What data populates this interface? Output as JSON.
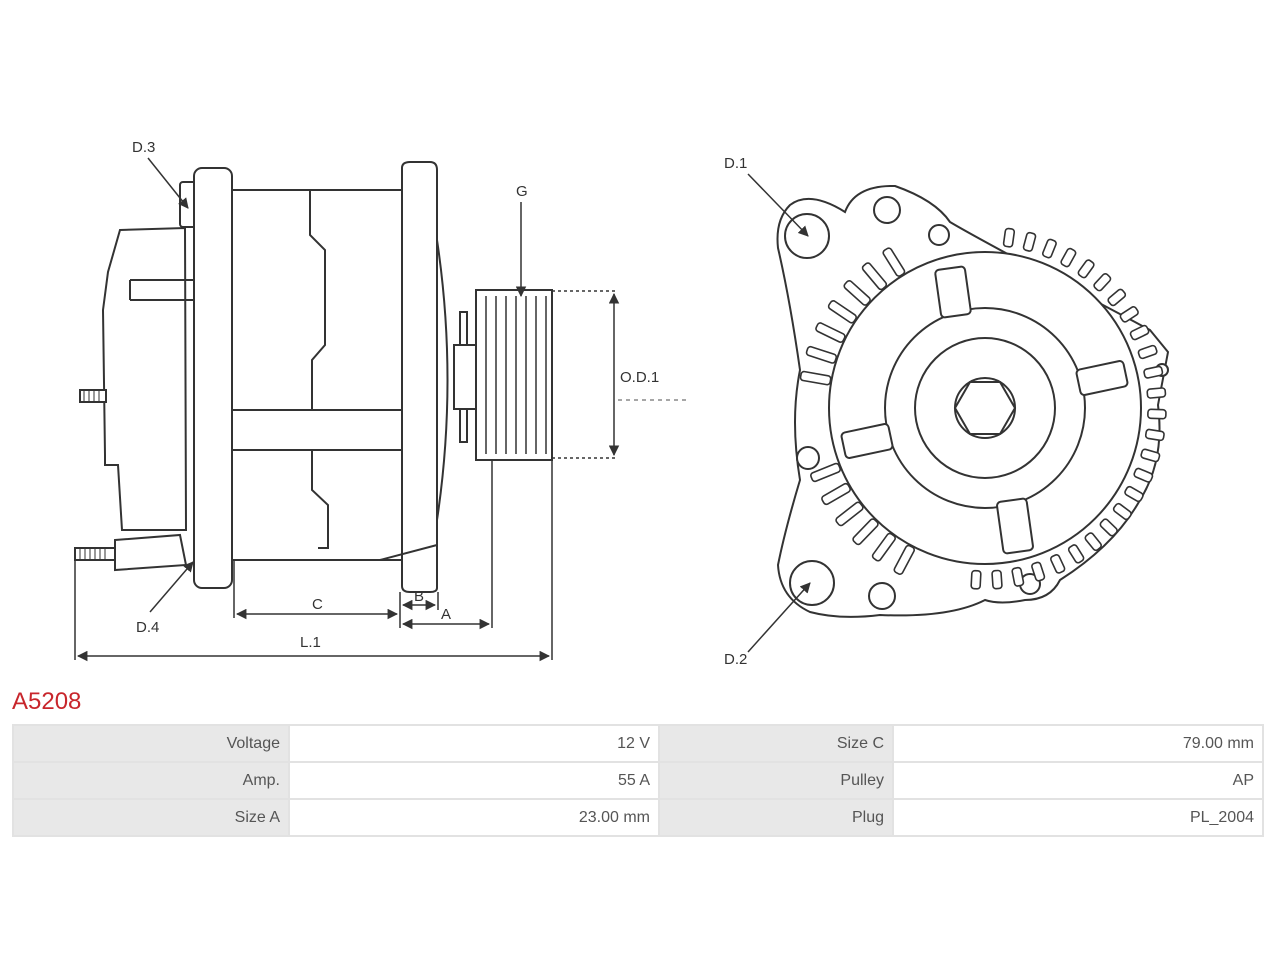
{
  "part_code": "A5208",
  "diagram_labels": {
    "d1": "D.1",
    "d2": "D.2",
    "d3": "D.3",
    "d4": "D.4",
    "g": "G",
    "od1": "O.D.1",
    "a": "A",
    "b": "B",
    "c": "C",
    "l1": "L.1"
  },
  "specs": [
    {
      "label": "Voltage",
      "value": "12 V",
      "label2": "Size C",
      "value2": "79.00 mm"
    },
    {
      "label": "Amp.",
      "value": "55 A",
      "label2": "Pulley",
      "value2": "AP"
    },
    {
      "label": "Size A",
      "value": "23.00 mm",
      "label2": "Plug",
      "value2": "PL_2004"
    }
  ]
}
